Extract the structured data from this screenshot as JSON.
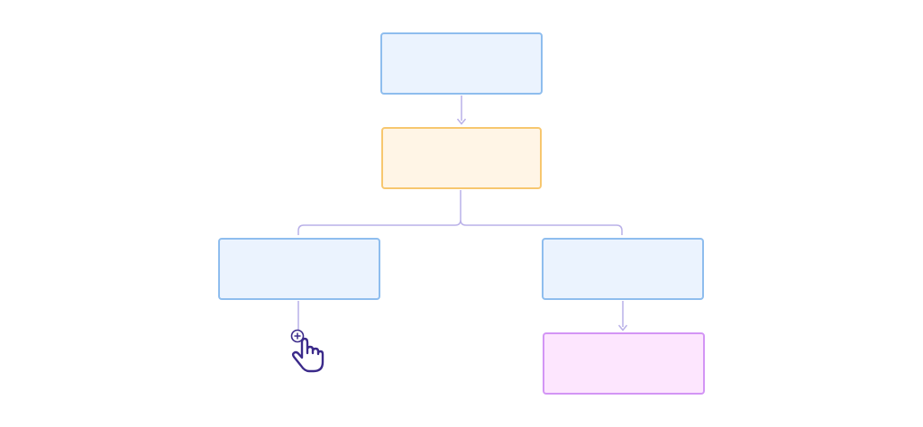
{
  "diagram": {
    "nodes": [
      {
        "id": "n1",
        "name": "root-node",
        "color": "blue",
        "label": ""
      },
      {
        "id": "n2",
        "name": "second-level-node",
        "color": "orange",
        "label": ""
      },
      {
        "id": "n3",
        "name": "left-child-node",
        "color": "blue",
        "label": ""
      },
      {
        "id": "n4",
        "name": "right-child-node",
        "color": "blue",
        "label": ""
      },
      {
        "id": "n5",
        "name": "right-grandchild-node",
        "color": "pink",
        "label": ""
      }
    ],
    "connector_color": "#b9b0e8",
    "colors": {
      "blue_fill": "#ebf3fe",
      "blue_border": "#8ebdee",
      "orange_fill": "#fff5e6",
      "orange_border": "#f7c76f",
      "pink_fill": "#fde6fe",
      "pink_border": "#d395f5",
      "cursor": "#3b2a8a"
    },
    "cursor_icon": "hand-pointer-add-icon"
  }
}
